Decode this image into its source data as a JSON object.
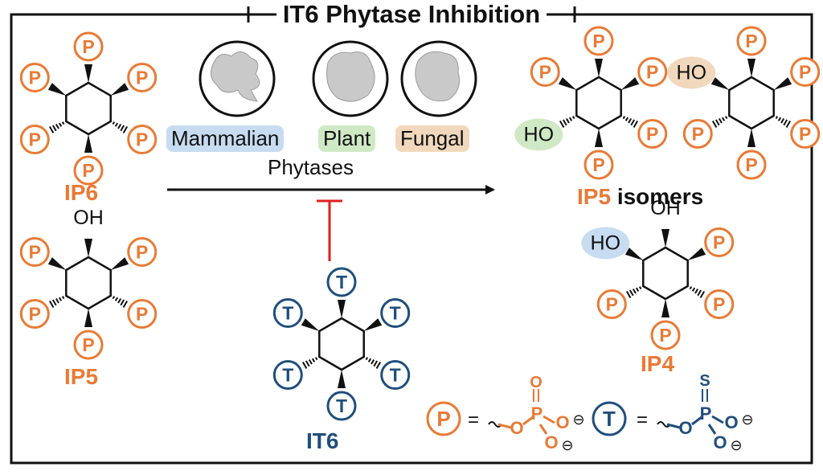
{
  "title": "IT6 Phytase Inhibition",
  "phosphate_symbol": "P",
  "thiophosphate_symbol": "T",
  "hydroxyl": "OH",
  "hydroxyl_left": "HO",
  "labels": {
    "ip6": "IP6",
    "ip5": "IP5",
    "it6": "IT6",
    "ip4": "IP4",
    "ip5_isomers_prefix": "IP5",
    "ip5_isomers_suffix": "isomers"
  },
  "enzymes": {
    "mammalian": "Mammalian",
    "plant": "Plant",
    "fungal": "Fungal",
    "caption": "Phytases"
  },
  "legend": {
    "equals": "=",
    "oxygen": "O",
    "phosphorus": "P",
    "sulfur": "S",
    "charge": "⊖"
  },
  "colors": {
    "phosphate": "#e87a35",
    "thiophosphate": "#1f4e7c",
    "inhibit": "#e0201f",
    "mammalian_bg": "#c7dcf1",
    "plant_bg": "#cfe9c5",
    "fungal_bg": "#f1d8bc"
  }
}
